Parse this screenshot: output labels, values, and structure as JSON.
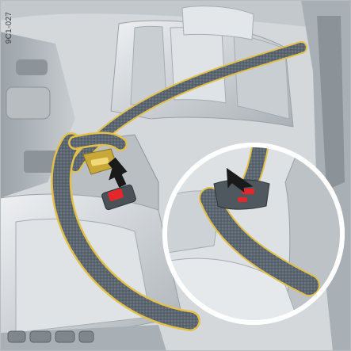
{
  "figure": {
    "code": "9C1-027",
    "depicts": [
      "car-interior",
      "sports-seat",
      "seat-belt",
      "belt-buckle",
      "latch-plate",
      "downward-arrow",
      "detail-magnifier"
    ]
  },
  "colors": {
    "background": "#d9dde0",
    "belt_outline": "#e2c04a",
    "belt_fabric": "#5b6670",
    "buckle_button": "#e5262b",
    "arrow": "#1a1a1a",
    "seat_light": "#e6e9eb",
    "seat_shadow": "#8f979d"
  }
}
